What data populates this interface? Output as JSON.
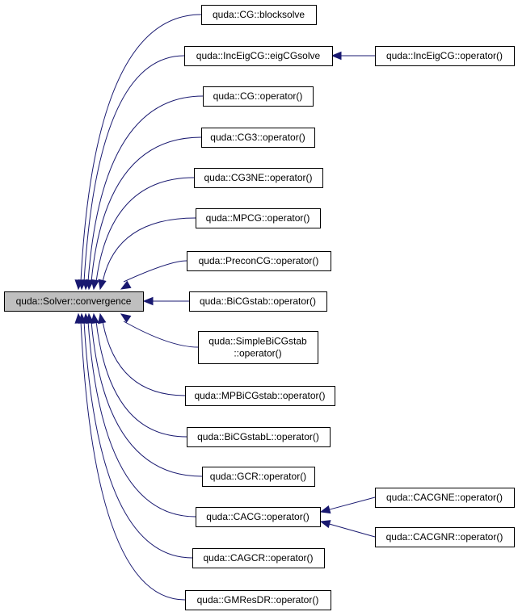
{
  "colors": {
    "edge": "#191970",
    "root_fill": "#bfbfbf",
    "node_fill": "#ffffff",
    "node_border": "#000000"
  },
  "root": {
    "id": "root",
    "lines": [
      "quda::Solver::convergence"
    ]
  },
  "nodes": [
    {
      "id": "cg_blocksolve",
      "lines": [
        "quda::CG::blocksolve"
      ]
    },
    {
      "id": "inceig_eigcgsolve",
      "lines": [
        "quda::IncEigCG::eigCGsolve"
      ]
    },
    {
      "id": "inceig_operator",
      "lines": [
        "quda::IncEigCG::operator()"
      ]
    },
    {
      "id": "cg_operator",
      "lines": [
        "quda::CG::operator()"
      ]
    },
    {
      "id": "cg3_operator",
      "lines": [
        "quda::CG3::operator()"
      ]
    },
    {
      "id": "cg3ne_operator",
      "lines": [
        "quda::CG3NE::operator()"
      ]
    },
    {
      "id": "mpcg_operator",
      "lines": [
        "quda::MPCG::operator()"
      ]
    },
    {
      "id": "preconcg_operator",
      "lines": [
        "quda::PreconCG::operator()"
      ]
    },
    {
      "id": "bicgstab_operator",
      "lines": [
        "quda::BiCGstab::operator()"
      ]
    },
    {
      "id": "simplebicgstab_operator",
      "lines": [
        "quda::SimpleBiCGstab",
        "::operator()"
      ]
    },
    {
      "id": "mpbicgstab_operator",
      "lines": [
        "quda::MPBiCGstab::operator()"
      ]
    },
    {
      "id": "bicgstabl_operator",
      "lines": [
        "quda::BiCGstabL::operator()"
      ]
    },
    {
      "id": "gcr_operator",
      "lines": [
        "quda::GCR::operator()"
      ]
    },
    {
      "id": "cacg_operator",
      "lines": [
        "quda::CACG::operator()"
      ]
    },
    {
      "id": "cacgne_operator",
      "lines": [
        "quda::CACGNE::operator()"
      ]
    },
    {
      "id": "cacgnr_operator",
      "lines": [
        "quda::CACGNR::operator()"
      ]
    },
    {
      "id": "cagcr_operator",
      "lines": [
        "quda::CAGCR::operator()"
      ]
    },
    {
      "id": "gmresdr_operator",
      "lines": [
        "quda::GMResDR::operator()"
      ]
    }
  ],
  "edges": [
    {
      "from": "cg_blocksolve",
      "to": "root"
    },
    {
      "from": "inceig_eigcgsolve",
      "to": "root"
    },
    {
      "from": "inceig_operator",
      "to": "inceig_eigcgsolve"
    },
    {
      "from": "cg_operator",
      "to": "root"
    },
    {
      "from": "cg3_operator",
      "to": "root"
    },
    {
      "from": "cg3ne_operator",
      "to": "root"
    },
    {
      "from": "mpcg_operator",
      "to": "root"
    },
    {
      "from": "preconcg_operator",
      "to": "root"
    },
    {
      "from": "bicgstab_operator",
      "to": "root"
    },
    {
      "from": "simplebicgstab_operator",
      "to": "root"
    },
    {
      "from": "mpbicgstab_operator",
      "to": "root"
    },
    {
      "from": "bicgstabl_operator",
      "to": "root"
    },
    {
      "from": "gcr_operator",
      "to": "root"
    },
    {
      "from": "cacg_operator",
      "to": "root"
    },
    {
      "from": "cacgne_operator",
      "to": "cacg_operator"
    },
    {
      "from": "cacgnr_operator",
      "to": "cacg_operator"
    },
    {
      "from": "cagcr_operator",
      "to": "root"
    },
    {
      "from": "gmresdr_operator",
      "to": "root"
    }
  ]
}
